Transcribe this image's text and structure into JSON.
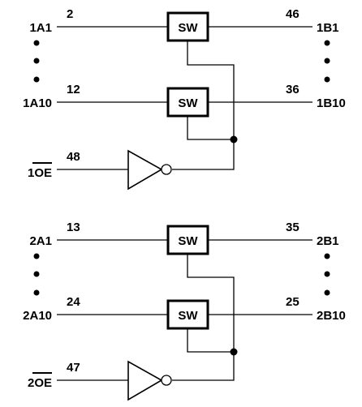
{
  "switch_label": "SW",
  "group1": {
    "a_first": {
      "label": "1A1",
      "pin": "2"
    },
    "a_last": {
      "label": "1A10",
      "pin": "12"
    },
    "b_first": {
      "label": "1B1",
      "pin": "46"
    },
    "b_last": {
      "label": "1B10",
      "pin": "36"
    },
    "oe": {
      "prefix": "1",
      "label": "OE",
      "pin": "48"
    }
  },
  "group2": {
    "a_first": {
      "label": "2A1",
      "pin": "13"
    },
    "a_last": {
      "label": "2A10",
      "pin": "24"
    },
    "b_first": {
      "label": "2B1",
      "pin": "35"
    },
    "b_last": {
      "label": "2B10",
      "pin": "25"
    },
    "oe": {
      "prefix": "2",
      "label": "OE",
      "pin": "47"
    }
  }
}
